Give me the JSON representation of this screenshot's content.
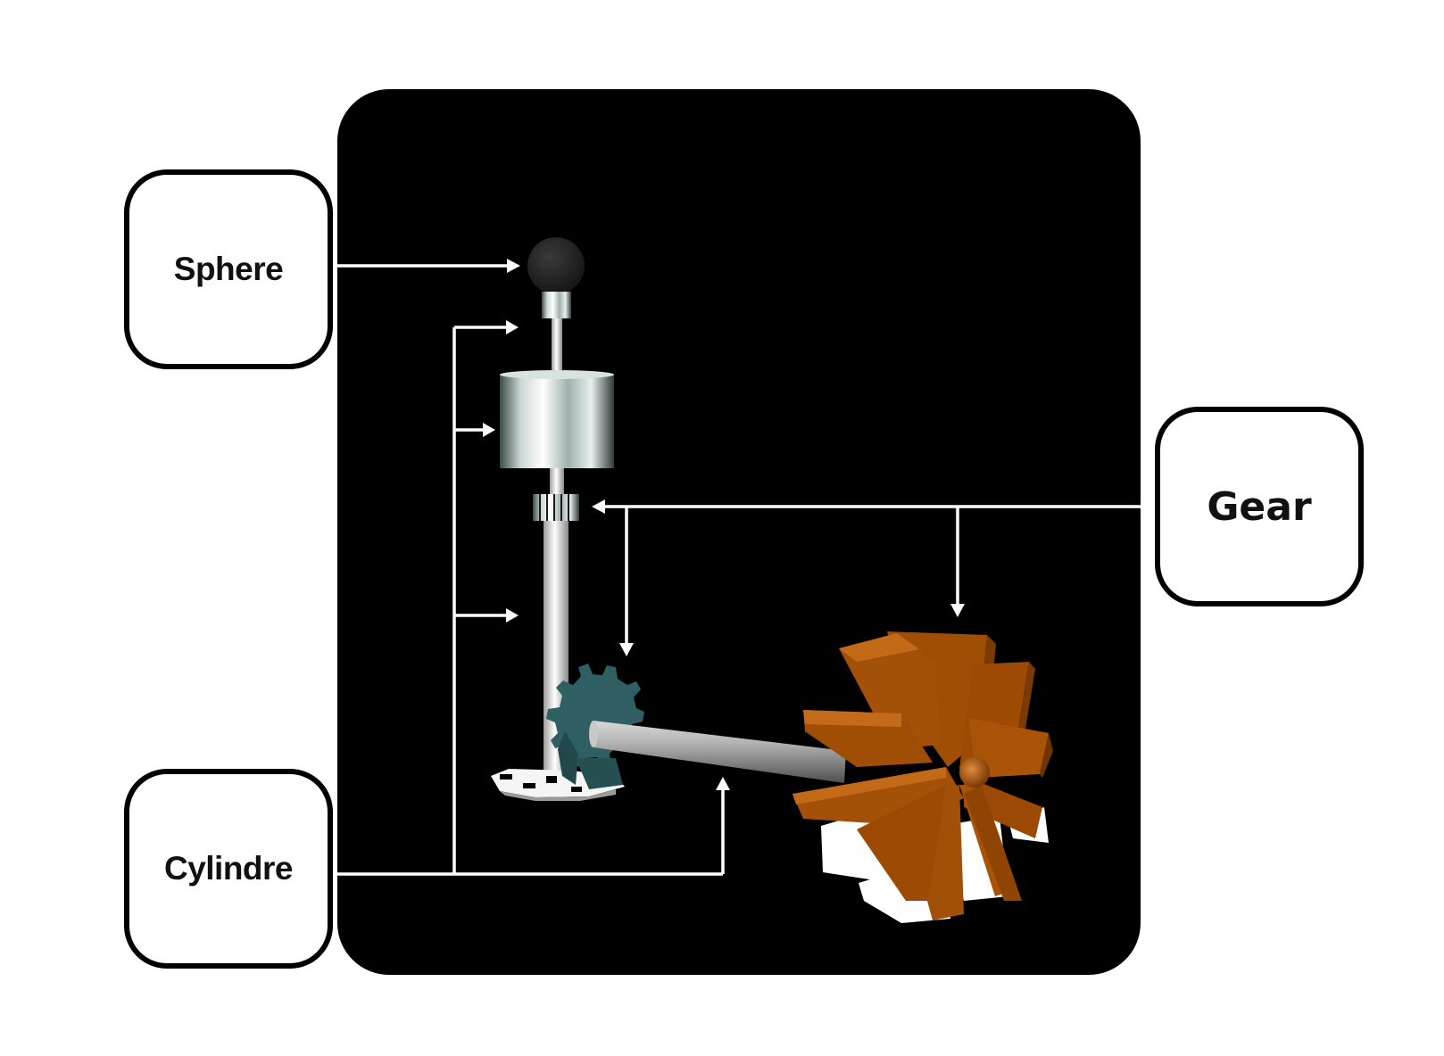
{
  "labels": {
    "sphere": "Sphere",
    "cylindre": "Cylindre",
    "gear": "Gear"
  },
  "colors": {
    "background": "#ffffff",
    "scene": "#000000",
    "connector": "#ffffff",
    "sphere": "#1c1c1c",
    "small_gear": "#2f5f62",
    "bevel_gear": "#a34f06",
    "metal_light": "#f2f6f5",
    "metal_dark": "#3a4a48"
  },
  "icons": {
    "sphere": "sphere-shape",
    "cylinder": "cylinder-shape",
    "gear": "gear-shape"
  }
}
